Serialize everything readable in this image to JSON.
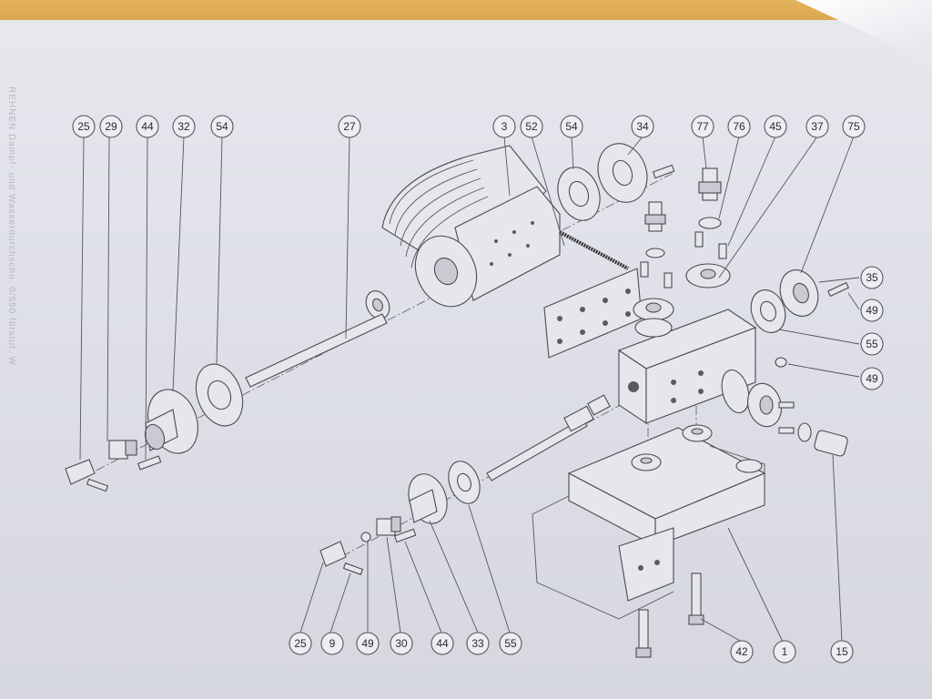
{
  "spine_text": "REHNEN Dampf- und Wasserdurchschn. 0/550 fürstuf. W",
  "callouts": [
    {
      "id": "c25a",
      "num": "25"
    },
    {
      "id": "c29",
      "num": "29"
    },
    {
      "id": "c44a",
      "num": "44"
    },
    {
      "id": "c32",
      "num": "32"
    },
    {
      "id": "c54a",
      "num": "54"
    },
    {
      "id": "c27",
      "num": "27"
    },
    {
      "id": "c3",
      "num": "3"
    },
    {
      "id": "c52",
      "num": "52"
    },
    {
      "id": "c54b",
      "num": "54"
    },
    {
      "id": "c34",
      "num": "34"
    },
    {
      "id": "c77",
      "num": "77"
    },
    {
      "id": "c76",
      "num": "76"
    },
    {
      "id": "c45",
      "num": "45"
    },
    {
      "id": "c37",
      "num": "37"
    },
    {
      "id": "c75",
      "num": "75"
    },
    {
      "id": "c35",
      "num": "35"
    },
    {
      "id": "c49a",
      "num": "49"
    },
    {
      "id": "c55a",
      "num": "55"
    },
    {
      "id": "c49b",
      "num": "49"
    },
    {
      "id": "c25b",
      "num": "25"
    },
    {
      "id": "c9",
      "num": "9"
    },
    {
      "id": "c49c",
      "num": "49"
    },
    {
      "id": "c30",
      "num": "30"
    },
    {
      "id": "c44b",
      "num": "44"
    },
    {
      "id": "c33",
      "num": "33"
    },
    {
      "id": "c55b",
      "num": "55"
    },
    {
      "id": "c42",
      "num": "42"
    },
    {
      "id": "c1",
      "num": "1"
    },
    {
      "id": "c15",
      "num": "15"
    }
  ],
  "colors": {
    "paper": "#e3e4eb",
    "ink": "#4a4b52",
    "table": "#d9ae5a"
  }
}
